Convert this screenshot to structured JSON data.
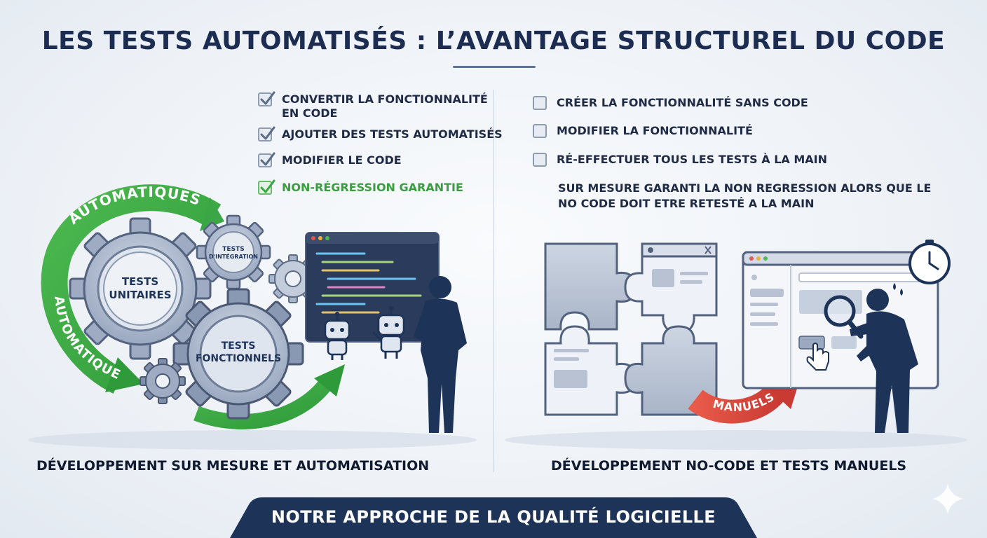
{
  "title": "LES TESTS AUTOMATISÉS : L’AVANTAGE STRUCTUREL DU CODE",
  "left": {
    "checklist": [
      {
        "line1": "CONVERTIR LA FONCTIONNALITÉ",
        "line2": "EN CODE"
      },
      {
        "line1": "AJOUTER DES TESTS AUTOMATISÉS"
      },
      {
        "line1": "MODIFIER LE CODE"
      },
      {
        "line1": "NON-RÉGRESSION GARANTIE"
      }
    ],
    "arrow_label_top": "AUTOMATIQUES",
    "arrow_label_left": "AUTOMATIQUES",
    "gears": {
      "unit": {
        "line1": "TESTS",
        "line2": "UNITAIRES"
      },
      "integration": {
        "line1": "TESTS",
        "line2": "D'INTÉGRATION"
      },
      "functional": {
        "line1": "TESTS",
        "line2": "FONCTIONNELS"
      }
    },
    "caption": "DÉVELOPPEMENT SUR MESURE ET AUTOMATISATION"
  },
  "right": {
    "checklist": [
      {
        "line1": "CRÉER LA FONCTIONNALITÉ SANS CODE"
      },
      {
        "line1": "MODIFIER LA FONCTIONNALITÉ"
      },
      {
        "line1": "RÉ-EFFECTUER TOUS LES TESTS À LA MAIN"
      }
    ],
    "note": "SUR MESURE GARANTI LA NON REGRESSION ALORS QUE LE NO CODE DOIT ETRE RETESTÉ A LA MAIN",
    "arrow_label": "MANUELS",
    "caption": "DÉVELOPPEMENT NO-CODE ET TESTS MANUELS"
  },
  "banner": "NOTRE APPROCHE DE LA QUALITÉ LOGICIELLE",
  "colors": {
    "navy": "#1d3358",
    "green": "#3aa646",
    "red": "#e0463d",
    "gear": "#9eabc3"
  }
}
